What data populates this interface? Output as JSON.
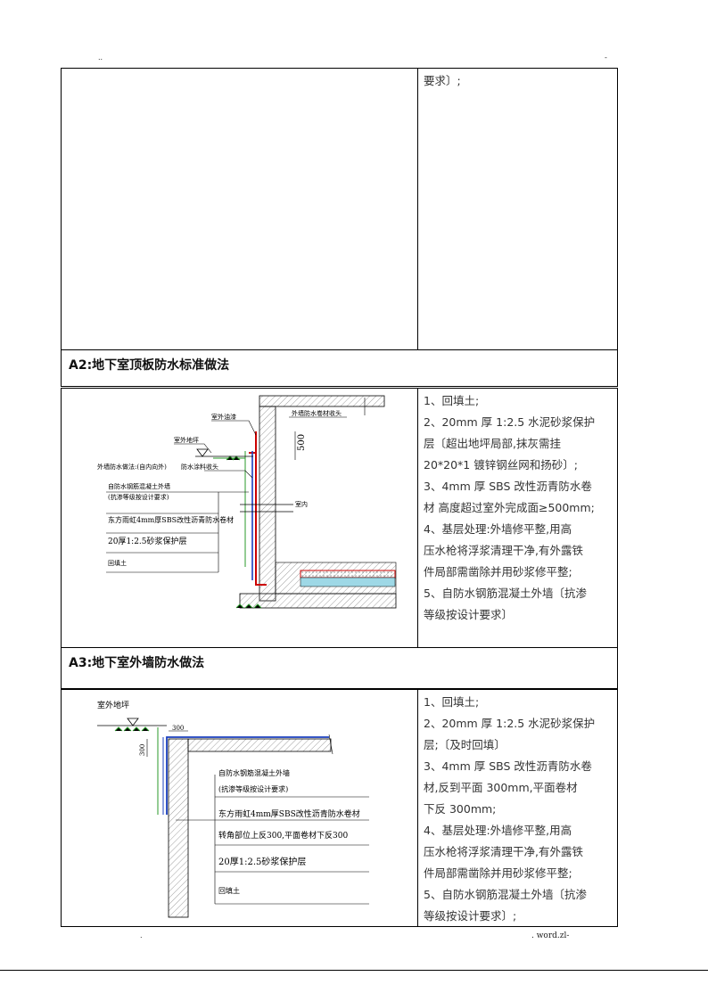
{
  "page": {
    "header_left": "..",
    "header_right": "-",
    "footer_left": ".",
    "footer_right": ". word.zl-"
  },
  "row1": {
    "lines": [
      "要求〕;"
    ]
  },
  "a2": {
    "title": "A2:地下室顶板防水标准做法",
    "lines": [
      "1、回填土;",
      "2、20mm 厚 1:2.5 水泥砂浆保护",
      "层〔超出地坪局部,抹灰需挂",
      "20*20*1 镀锌钢丝网和扬砂〕;",
      "3、4mm 厚 SBS 改性沥青防水卷",
      "材 高度超过室外完成面≥500mm;",
      "4、基层处理:外墙修平整,用高",
      "压水枪将浮浆清理干净,有外露铁",
      "件局部需凿除并用砂浆修平整;",
      "5、自防水钢筋混凝土外墙〔抗渗",
      "等级按设计要求〕"
    ],
    "drawing": {
      "label_outdoor_paving": "室外地坪",
      "label_outdoor_finish": "室外油漆",
      "label_dim": "500",
      "label_top_note": "外墙防水卷材收头",
      "label_wall_note": "外墙防水做法:(自内向外)",
      "label_wall_note2": "防水涂料收头",
      "label_indoor": "室内",
      "legend": [
        "自防水钢筋混凝土外墙",
        "(抗渗等级按设计要求)",
        "东方雨虹4mm厚SBS改性沥青防水卷材",
        "20厚1:2.5砂浆保护层",
        "回填土"
      ]
    }
  },
  "a3": {
    "title": "A3:地下室外墙防水做法",
    "lines": [
      "1、回填土;",
      "2、20mm 厚 1:2.5 水泥砂浆保护",
      "层;〔及时回填〕",
      "3、4mm 厚 SBS 改性沥青防水卷",
      "材,反到平面 300mm,平面卷材",
      "下反 300mm;",
      "4、基层处理:外墙修平整,用高",
      "压水枪将浮浆清理干净,有外露铁",
      "件局部需凿除并用砂浆修平整;",
      "5、自防水钢筋混凝土外墙〔抗渗",
      "等级按设计要求〕;"
    ],
    "drawing": {
      "label_outdoor_paving": "室外地坪",
      "label_dim_h": "300",
      "label_dim_v": "300",
      "legend": [
        "自防水钢筋混凝土外墙",
        "(抗渗等级按设计要求)",
        "东方雨虹4mm厚SBS改性沥青防水卷材",
        "转角部位上反300,平面卷材下反300",
        "20厚1:2.5砂浆保护层",
        "回填土"
      ]
    }
  }
}
